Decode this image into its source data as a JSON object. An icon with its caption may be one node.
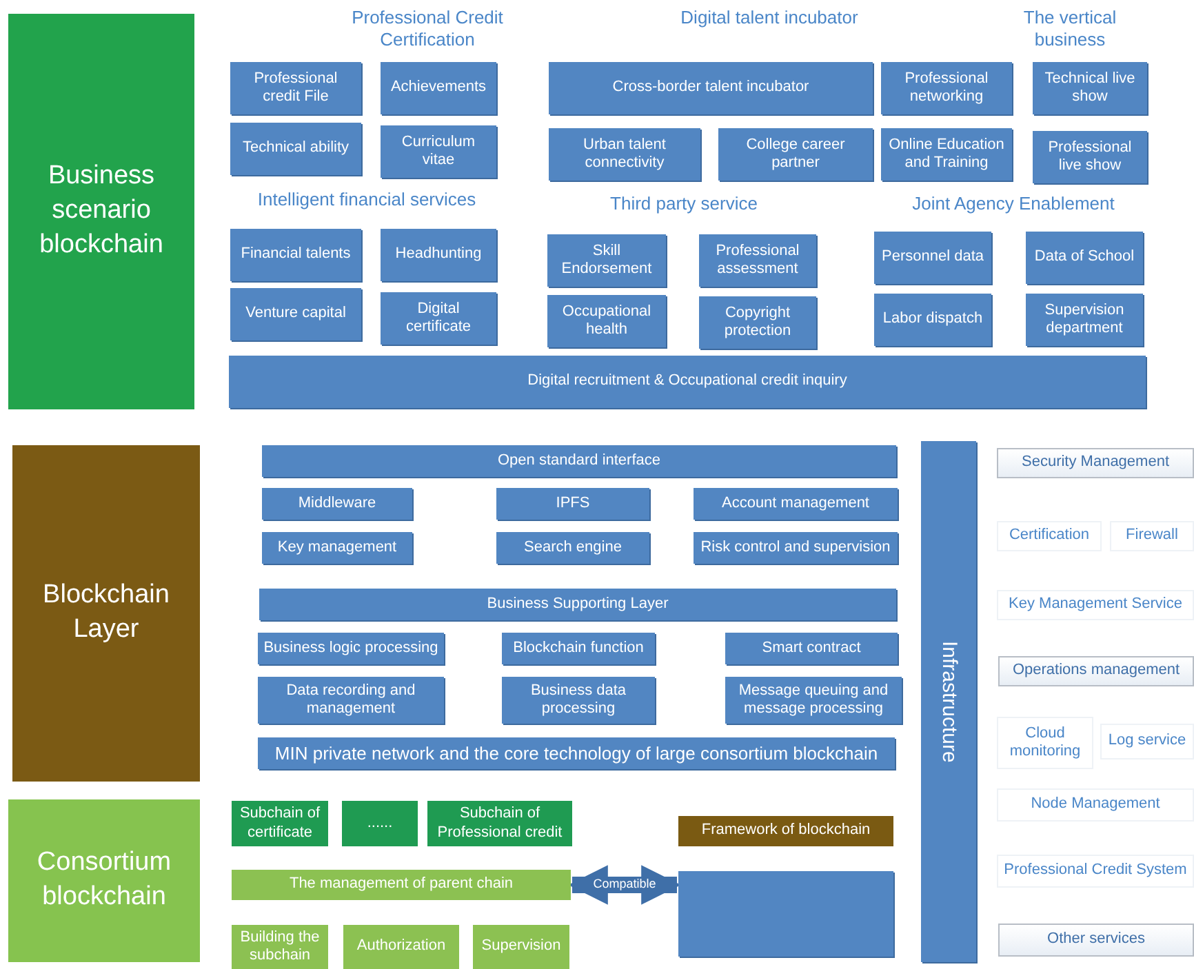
{
  "diagram": {
    "nodes": [
      {
        "text": [
          "Business scenario blockchain"
        ]
      },
      {
        "text": [
          "Professional credit File"
        ]
      },
      {
        "text": [
          "Achievements"
        ]
      },
      {
        "text": [
          "Technical ability"
        ]
      },
      {
        "text": [
          "Curriculum vitae"
        ]
      },
      {
        "text": [
          "Cross-border talent incubator"
        ]
      },
      {
        "text": [
          "Urban talent connectivity"
        ]
      },
      {
        "text": [
          "College career partner"
        ]
      },
      {
        "text": [
          "Professional networking"
        ]
      },
      {
        "text": [
          "Technical live show"
        ]
      },
      {
        "text": [
          "Online Education and Training"
        ]
      },
      {
        "text": [
          "Professional live show"
        ]
      },
      {
        "text": [
          "Financial talents"
        ]
      },
      {
        "text": [
          "Headhunting"
        ]
      },
      {
        "text": [
          "Venture capital"
        ]
      },
      {
        "text": [
          "Digital certificate"
        ]
      },
      {
        "text": [
          "Skill Endorsement"
        ]
      },
      {
        "text": [
          "Professional assessment"
        ]
      },
      {
        "text": [
          "Occupational health"
        ]
      },
      {
        "text": [
          "Copyright protection"
        ]
      },
      {
        "text": [
          "Personnel data"
        ]
      },
      {
        "text": [
          "Data of School"
        ]
      },
      {
        "text": [
          "Labor dispatch"
        ]
      },
      {
        "text": [
          "Supervision department"
        ]
      },
      {
        "text": [
          "Digital recruitment & Occupational credit inquiry"
        ]
      },
      {
        "text": [
          "Blockchain Layer"
        ]
      },
      {
        "text": [
          "Open standard interface"
        ]
      },
      {
        "text": [
          "Middleware"
        ]
      },
      {
        "text": [
          "IPFS"
        ]
      },
      {
        "text": [
          "Account management"
        ]
      },
      {
        "text": [
          "Key management"
        ]
      },
      {
        "text": [
          "Search engine"
        ]
      },
      {
        "text": [
          "Risk control and supervision"
        ]
      },
      {
        "text": [
          "Business Supporting Layer"
        ]
      },
      {
        "text": [
          "Business logic processing"
        ]
      },
      {
        "text": [
          "Blockchain function"
        ]
      },
      {
        "text": [
          "Smart contract"
        ]
      },
      {
        "text": [
          "Data recording and management"
        ]
      },
      {
        "text": [
          "Business data processing"
        ]
      },
      {
        "text": [
          "Message queuing and message processing"
        ]
      },
      {
        "text": [
          "MIN private network and the core technology of large consortium blockchain"
        ]
      },
      {
        "text": [
          "Infrastructure"
        ]
      },
      {
        "text": [
          "Security Management"
        ]
      },
      {
        "text": [
          "Certification"
        ]
      },
      {
        "text": [
          "Firewall"
        ]
      },
      {
        "text": [
          "Key Management Service"
        ]
      },
      {
        "text": [
          "Operations management"
        ]
      },
      {
        "text": [
          "Cloud monitoring"
        ]
      },
      {
        "text": [
          "Log service"
        ]
      },
      {
        "text": [
          "Node Management"
        ]
      },
      {
        "text": [
          "Professional Credit System"
        ]
      },
      {
        "text": [
          "Other services"
        ]
      },
      {
        "text": [
          "Consortium blockchain"
        ]
      },
      {
        "text": [
          "Subchain of certificate"
        ]
      },
      {
        "text": [
          "......"
        ]
      },
      {
        "text": [
          "Subchain of Professional credit"
        ]
      },
      {
        "text": [
          "The management of parent chain"
        ]
      },
      {
        "text": [
          "Building the subchain"
        ]
      },
      {
        "text": [
          "Authorization"
        ]
      },
      {
        "text": [
          "Supervision"
        ]
      },
      {
        "text": [
          "Framework of blockchain"
        ]
      },
      {
        "text": [],
        "shape": "box"
      }
    ],
    "edges": [
      {
        "from": 56,
        "to": 61,
        "arrow": "both",
        "label": "Compatible"
      }
    ],
    "labels": [
      "Professional Credit Certification",
      "Digital talent incubator",
      "The vertical business",
      "Intelligent financial services",
      "Third party service",
      "Joint Agency Enablement"
    ]
  }
}
